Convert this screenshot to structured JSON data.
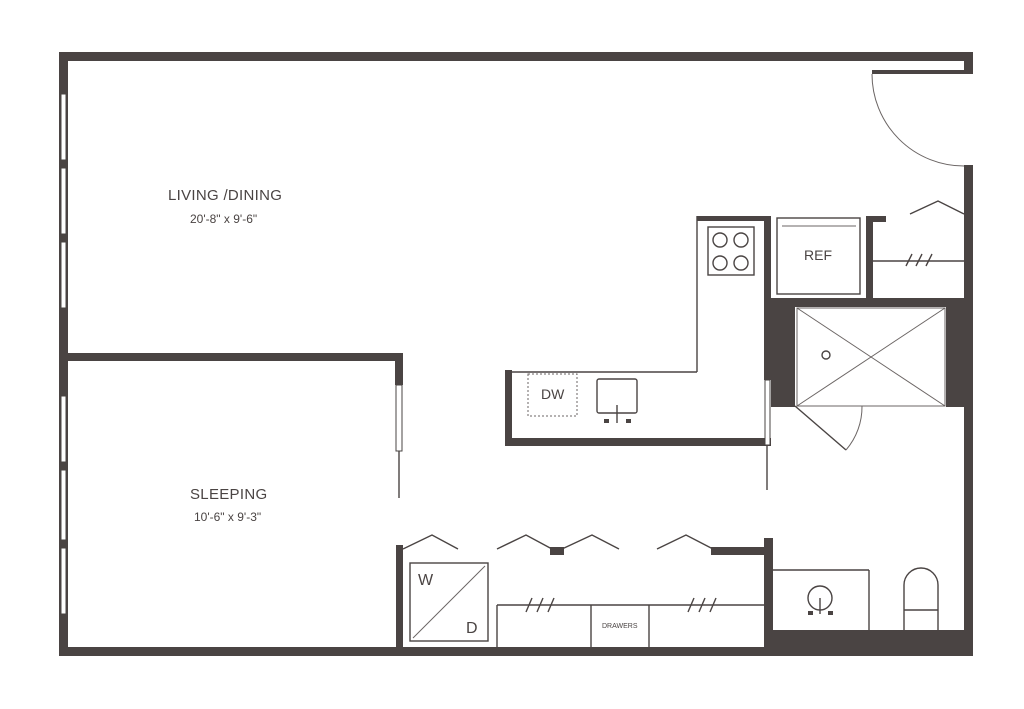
{
  "rooms": {
    "living": {
      "name": "LIVING /DINING",
      "dims": "20'-8\" x 9'-6\""
    },
    "sleeping": {
      "name": "SLEEPING",
      "dims": "10'-6\" x 9'-3\""
    }
  },
  "fixtures": {
    "refrigerator": "REF",
    "dishwasher": "DW",
    "washer": "W",
    "dryer": "D",
    "drawers": "DRAWERS"
  },
  "colors": {
    "wall": "#4a4443",
    "background": "#ffffff"
  }
}
